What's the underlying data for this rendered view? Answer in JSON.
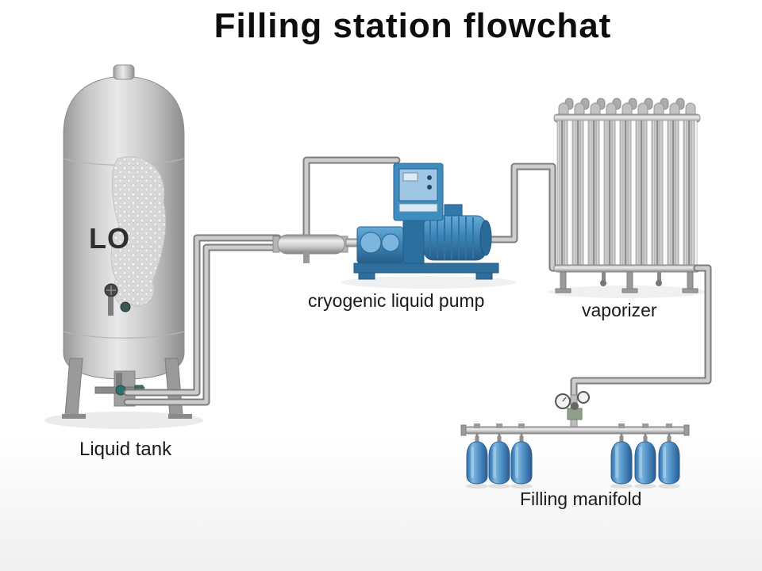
{
  "title": "Filling station flowchat",
  "components": {
    "tank": {
      "label": "Liquid tank",
      "marking": "LO"
    },
    "pump": {
      "label": "cryogenic liquid pump"
    },
    "vaporizer": {
      "label": "vaporizer"
    },
    "manifold": {
      "label": "Filling manifold"
    }
  },
  "colors": {
    "tank_gray": "#cfcfcf",
    "pump_blue": "#3f8cc0",
    "cylinder_blue": "#4f93c9",
    "pipe_silver": "#c2c2c2",
    "title_black": "#0d0d0d"
  }
}
